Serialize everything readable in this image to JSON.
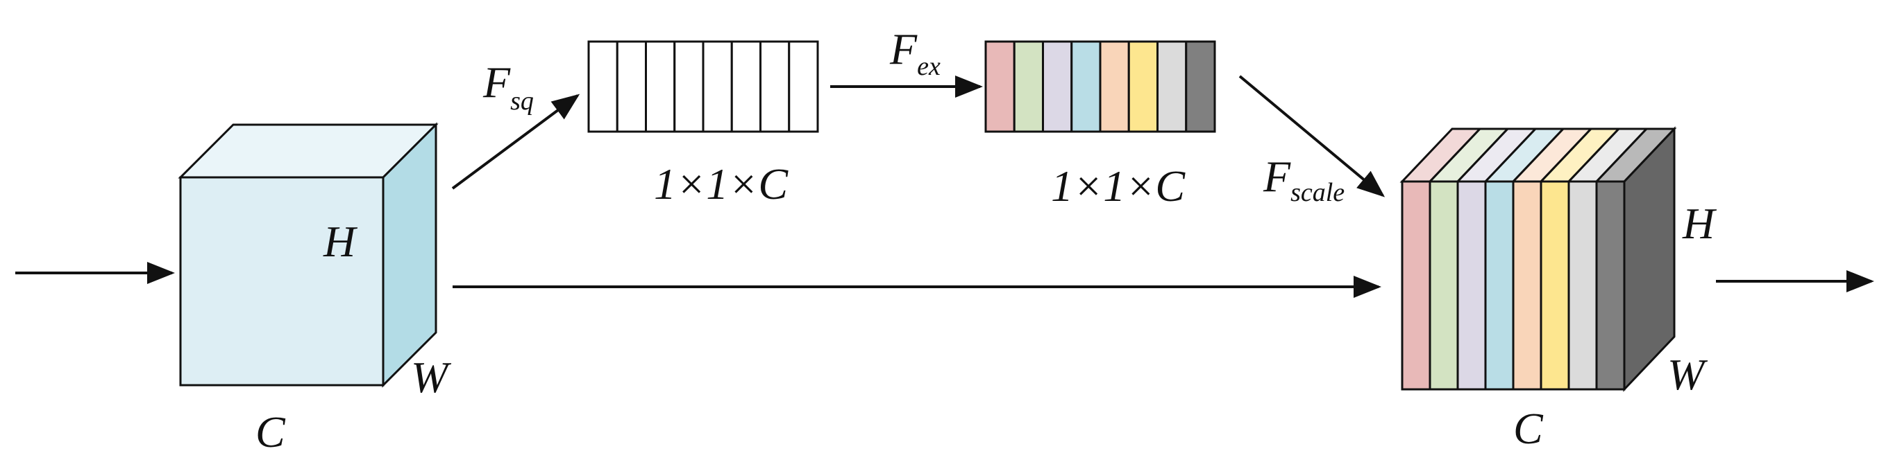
{
  "input_tensor": {
    "h_label": "H",
    "w_label": "W",
    "c_label": "C",
    "color": "#ddeef4",
    "side_color": "#b3dce6"
  },
  "squeeze": {
    "symbol": "F",
    "subscript": "sq",
    "dims": "1×1×C",
    "cell_count": 8
  },
  "excitation": {
    "symbol": "F",
    "subscript": "ex",
    "dims": "1×1×C",
    "colors": [
      "#e8b9b8",
      "#d3e3c2",
      "#dcd8e6",
      "#b9dde6",
      "#f9d5b9",
      "#fde68f",
      "#dbdbdb",
      "#808080"
    ]
  },
  "scale": {
    "symbol": "F",
    "subscript": "scale"
  },
  "output_tensor": {
    "h_label": "H",
    "w_label": "W",
    "c_label": "C",
    "colors": [
      "#e8b9b8",
      "#d3e3c2",
      "#dcd8e6",
      "#b9dde6",
      "#f9d5b9",
      "#fde68f",
      "#dbdbdb",
      "#808080"
    ],
    "side_color": "#666666"
  }
}
